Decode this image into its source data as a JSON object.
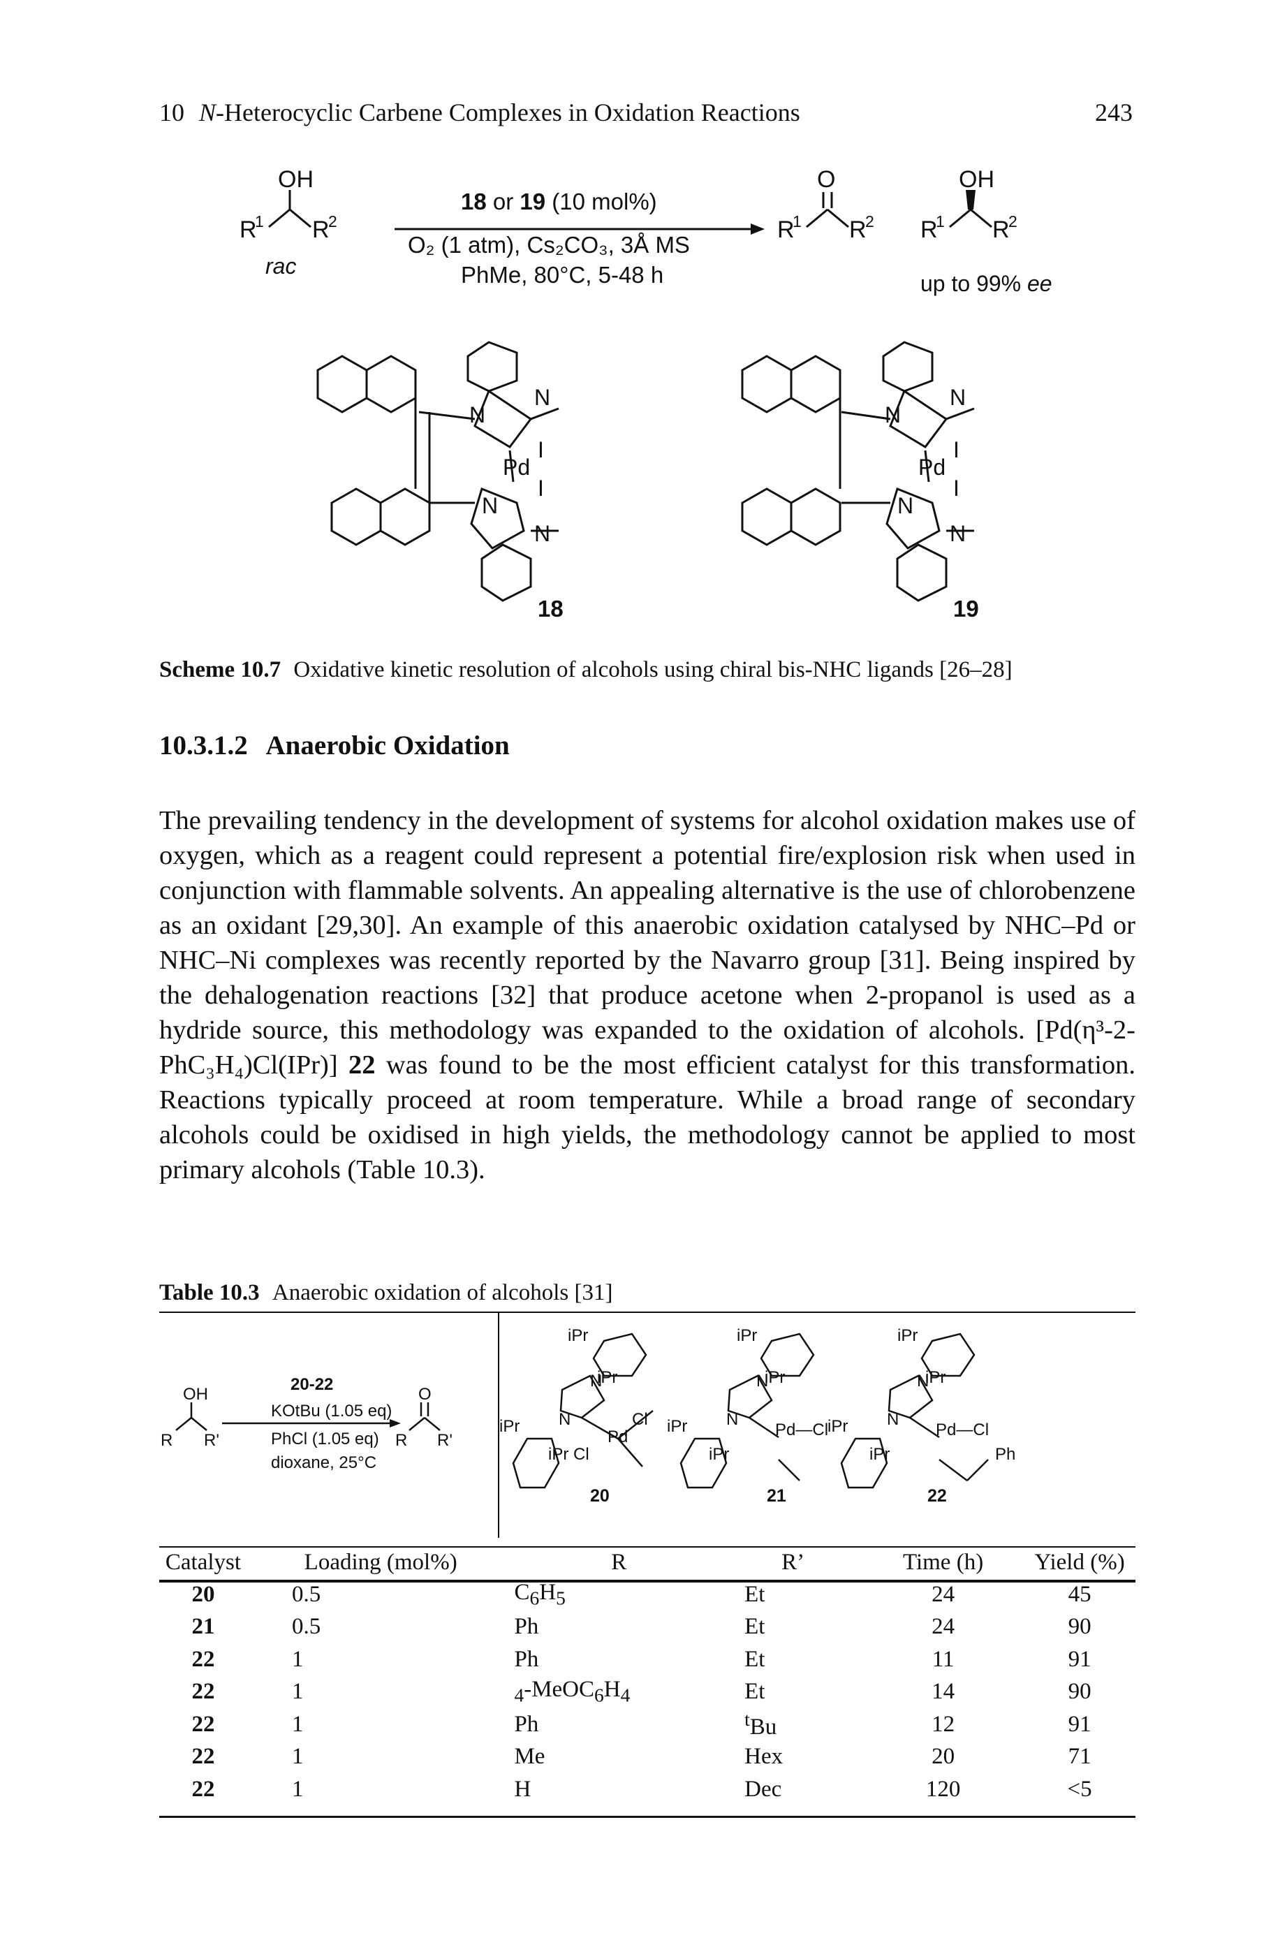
{
  "running_head": {
    "chapter": "10",
    "title_italic": "N",
    "title_rest": "-Heterocyclic Carbene Complexes in Oxidation Reactions",
    "page_number": "243"
  },
  "scheme": {
    "caption_label": "Scheme 10.7",
    "caption_text": "Oxidative kinetic resolution of alcohols using chiral bis-NHC ligands [26–28]",
    "conditions_line1_a": "18",
    "conditions_line1_b": " or ",
    "conditions_line1_c": "19",
    "conditions_line1_d": " (10 mol%)",
    "conditions_line2": "O₂ (1 atm), Cs₂CO₃, 3Å MS",
    "conditions_line3": "PhMe, 80°C, 5-48 h",
    "substrate_label": "rac",
    "ee_label_a": "up to 99% ",
    "ee_label_b": "ee",
    "compound_a": "18",
    "compound_b": "19"
  },
  "section": {
    "number": "10.3.1.2",
    "title": "Anaerobic Oxidation"
  },
  "paragraph": {
    "p1": "The prevailing tendency in the development of systems for alcohol oxidation makes use of oxygen, which as a reagent could represent a potential fire/explosion risk when used in conjunction with flammable solvents. An appealing alternative is the use of chlorobenzene as an oxidant [29,30]. An example of this anaerobic oxidation catalysed by NHC–Pd or NHC–Ni complexes was recently reported by the Navarro group [31]. Being inspired by the dehalogenation reactions [32] that produce acetone when 2-propanol is used as a hydride source, this methodology was expanded to the oxidation of alcohols. [Pd(η³-2-PhC₃H₄)Cl(IPr)] ",
    "p1_bold": "22",
    "p2": " was found to be the most efficient catalyst for this transformation. Reactions typically proceed at room temperature. While a broad range of secondary alcohols could be oxidised in high yields, the methodology cannot be applied to most primary alcohols (Table 10.3)."
  },
  "table": {
    "caption_label": "Table 10.3",
    "caption_text": "Anaerobic oxidation of alcohols [31]",
    "scheme_reagents_line1": "20-22",
    "scheme_reagents_line2": "KOtBu (1.05 eq)",
    "scheme_reagents_line3": "PhCl (1.05 eq)",
    "scheme_reagents_line4": "dioxane, 25°C",
    "catalyst_labels": [
      "20",
      "21",
      "22"
    ],
    "headers": [
      "Catalyst",
      "Loading (mol%)",
      "R",
      "R’",
      "Time (h)",
      "Yield (%)"
    ],
    "rows": [
      [
        "20",
        "0.5",
        "C6H5",
        "Et",
        "24",
        "45"
      ],
      [
        "21",
        "0.5",
        "Ph",
        "Et",
        "24",
        "90"
      ],
      [
        "22",
        "1",
        "Ph",
        "Et",
        "11",
        "91"
      ],
      [
        "22",
        "1",
        "4-MeOC6H4",
        "Et",
        "14",
        "90"
      ],
      [
        "22",
        "1",
        "Ph",
        "tBu",
        "12",
        "91"
      ],
      [
        "22",
        "1",
        "Me",
        "Hex",
        "20",
        "71"
      ],
      [
        "22",
        "1",
        "H",
        "Dec",
        "120",
        "<5"
      ]
    ]
  }
}
